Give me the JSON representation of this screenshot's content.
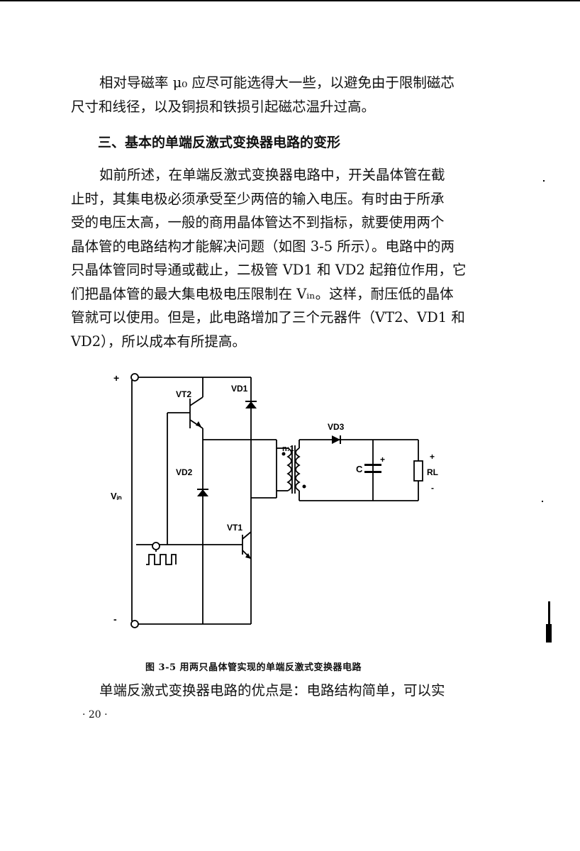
{
  "paragraph1": {
    "lines": [
      "相对导磁率 μ₀ 应尽可能选得大一些，以避免由于限制磁芯",
      "尺寸和线径，以及铜损和铁损引起磁芯温升过高。"
    ]
  },
  "section_heading": "三、基本的单端反激式变换器电路的变形",
  "paragraph2": {
    "lines": [
      "如前所述，在单端反激式变换器电路中，开关晶体管在截",
      "止时，其集电极必须承受至少两倍的输入电压。有时由于所承",
      "受的电压太高，一般的商用晶体管达不到指标，就要使用两个",
      "晶体管的电路结构才能解决问题（如图 3-5 所示）。电路中的两",
      "只晶体管同时导通或截止，二极管 VD1 和 VD2 起箝位作用，它",
      "们把晶体管的最大集电极电压限制在 Vᵢₙ。这样，耐压低的晶体",
      "管就可以使用。但是，此电路增加了三个元器件（VT2、VD1 和",
      "VD2），所以成本有所提高。"
    ]
  },
  "figure": {
    "labels": {
      "plus": "+",
      "minus": "-",
      "vin": "Vᵢₙ",
      "vt2": "VT2",
      "vd1": "VD1",
      "vd2": "VD2",
      "vt1": "VT1",
      "vd3": "VD3",
      "ratio": "n:1",
      "cap": "C",
      "cap_plus": "+",
      "rl": "RL",
      "out_plus": "+",
      "out_minus": "-"
    },
    "caption": "图 3-5   用两只晶体管实现的单端反激式变换器电路"
  },
  "paragraph3": {
    "lines": [
      "单端反激式变换器电路的优点是：电路结构简单，可以实"
    ]
  },
  "page_number": "· 20 ·"
}
